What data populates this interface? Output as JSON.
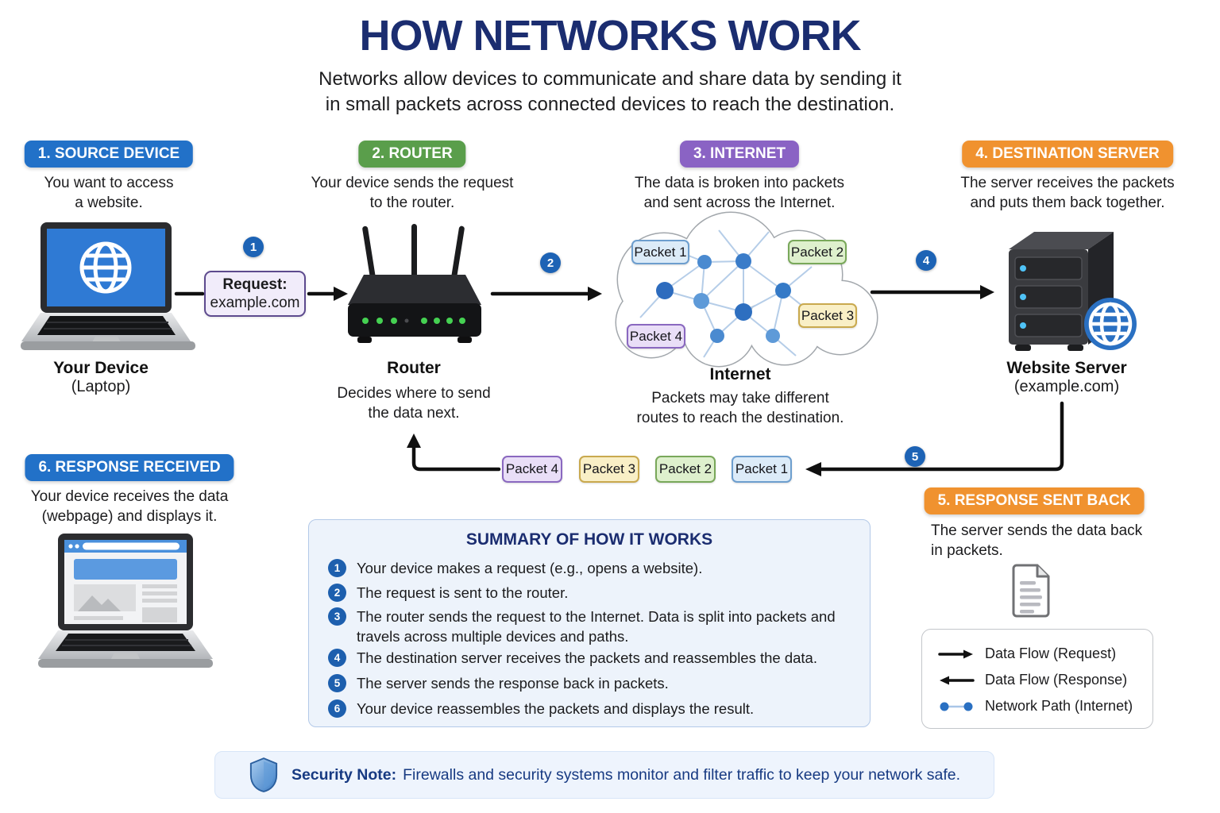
{
  "header": {
    "title": "HOW NETWORKS WORK",
    "subtitle1": "Networks allow devices to communicate and share data by sending it",
    "subtitle2": "in small packets across connected devices to reach the destination."
  },
  "colors": {
    "navy": "#1b2d70",
    "badge_blue": "#2271c8",
    "badge_green": "#5a9e4b",
    "badge_purple": "#8a63c4",
    "badge_orange": "#f0922f",
    "number_circle": "#1d63b5",
    "packet1": "#dcebf8",
    "packet2": "#def0cd",
    "packet3": "#f9efc6",
    "packet4": "#e9def7"
  },
  "sections": [
    {
      "label": "1. SOURCE DEVICE",
      "desc1": "You want to access",
      "desc2": "a website."
    },
    {
      "label": "2. ROUTER",
      "desc1": "Your device sends the request",
      "desc2": "to the router."
    },
    {
      "label": "3. INTERNET",
      "desc1": "The data is broken into packets",
      "desc2": "and sent across the Internet."
    },
    {
      "label": "4. DESTINATION SERVER",
      "desc1": "The server receives the packets",
      "desc2": "and puts them back together."
    }
  ],
  "flow": {
    "n1": "1",
    "n2": "2",
    "n4": "4",
    "n5": "5"
  },
  "request_box": {
    "line1": "Request:",
    "line2": "example.com"
  },
  "devices": {
    "laptop": {
      "name": "Your Device",
      "sub": "(Laptop)"
    },
    "router": {
      "name": "Router",
      "desc1": "Decides where to send",
      "desc2": "the data next."
    },
    "server": {
      "name": "Website Server",
      "sub": "(example.com)"
    }
  },
  "cloud": {
    "name": "Internet",
    "desc1": "Packets may take different",
    "desc2": "routes to reach the destination.",
    "packets": [
      {
        "label": "Packet 1"
      },
      {
        "label": "Packet 2"
      },
      {
        "label": "Packet 3"
      },
      {
        "label": "Packet 4"
      }
    ]
  },
  "return_flow": [
    "Packet 4",
    "Packet 3",
    "Packet 2",
    "Packet 1"
  ],
  "response_received": {
    "label": "6. RESPONSE RECEIVED",
    "desc1": "Your device receives the data",
    "desc2": "(webpage) and displays it."
  },
  "response_sent": {
    "label": "5. RESPONSE SENT BACK",
    "desc1": "The server sends the data back",
    "desc2": "in packets."
  },
  "summary": {
    "title": "SUMMARY OF HOW IT WORKS",
    "items": [
      {
        "num": "1",
        "text": "Your device makes a request (e.g., opens a website)."
      },
      {
        "num": "2",
        "text": "The request is sent to the router."
      },
      {
        "num": "3",
        "text": "The router sends the request to the Internet. Data is split into packets and travels across multiple devices and paths."
      },
      {
        "num": "4",
        "text": "The destination server receives the packets and reassembles the data."
      },
      {
        "num": "5",
        "text": "The server sends the response back in packets."
      },
      {
        "num": "6",
        "text": "Your device reassembles the packets and displays the result."
      }
    ]
  },
  "legend": {
    "items": [
      {
        "icon": "arrow-right",
        "label": "Data Flow (Request)"
      },
      {
        "icon": "arrow-left",
        "label": "Data Flow (Response)"
      },
      {
        "icon": "network-path",
        "label": "Network Path (Internet)"
      }
    ]
  },
  "security": {
    "label": "Security Note:",
    "text": "Firewalls and security systems monitor and filter traffic to keep your network safe."
  }
}
